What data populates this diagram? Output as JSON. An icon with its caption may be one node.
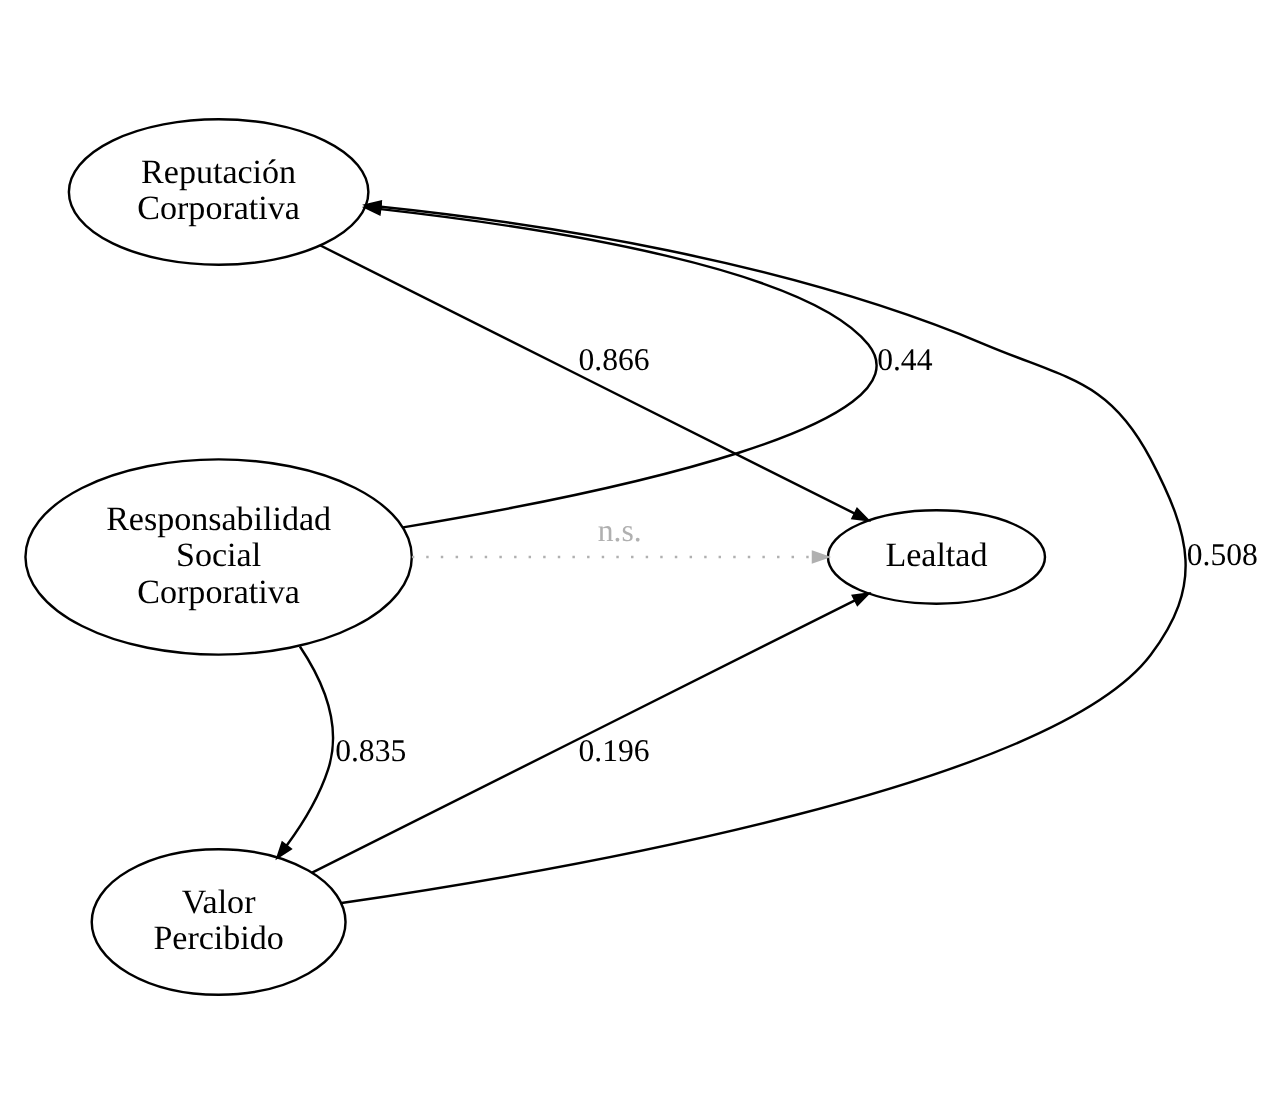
{
  "diagram": {
    "nodes": [
      {
        "text": [
          "Reputación Corporativa"
        ]
      },
      {
        "text": [
          "Responsabilidad Social Corporativa"
        ]
      },
      {
        "text": [
          "Lealtad"
        ]
      },
      {
        "text": [
          "Valor Percibido"
        ]
      }
    ],
    "edges": [
      {
        "from": 1,
        "to": 0,
        "arrow": "to",
        "label": "0.44"
      },
      {
        "from": 0,
        "to": 2,
        "arrow": "to",
        "label": "0.866"
      },
      {
        "from": 1,
        "to": 2,
        "arrow": "to",
        "label": "n.s.",
        "style": "dashed",
        "color": "#b0b0b0"
      },
      {
        "from": 1,
        "to": 3,
        "arrow": "to",
        "label": "0.835"
      },
      {
        "from": 3,
        "to": 2,
        "arrow": "to",
        "label": "0.196"
      },
      {
        "from": 3,
        "to": 0,
        "arrow": "to",
        "label": "0.508"
      }
    ]
  }
}
